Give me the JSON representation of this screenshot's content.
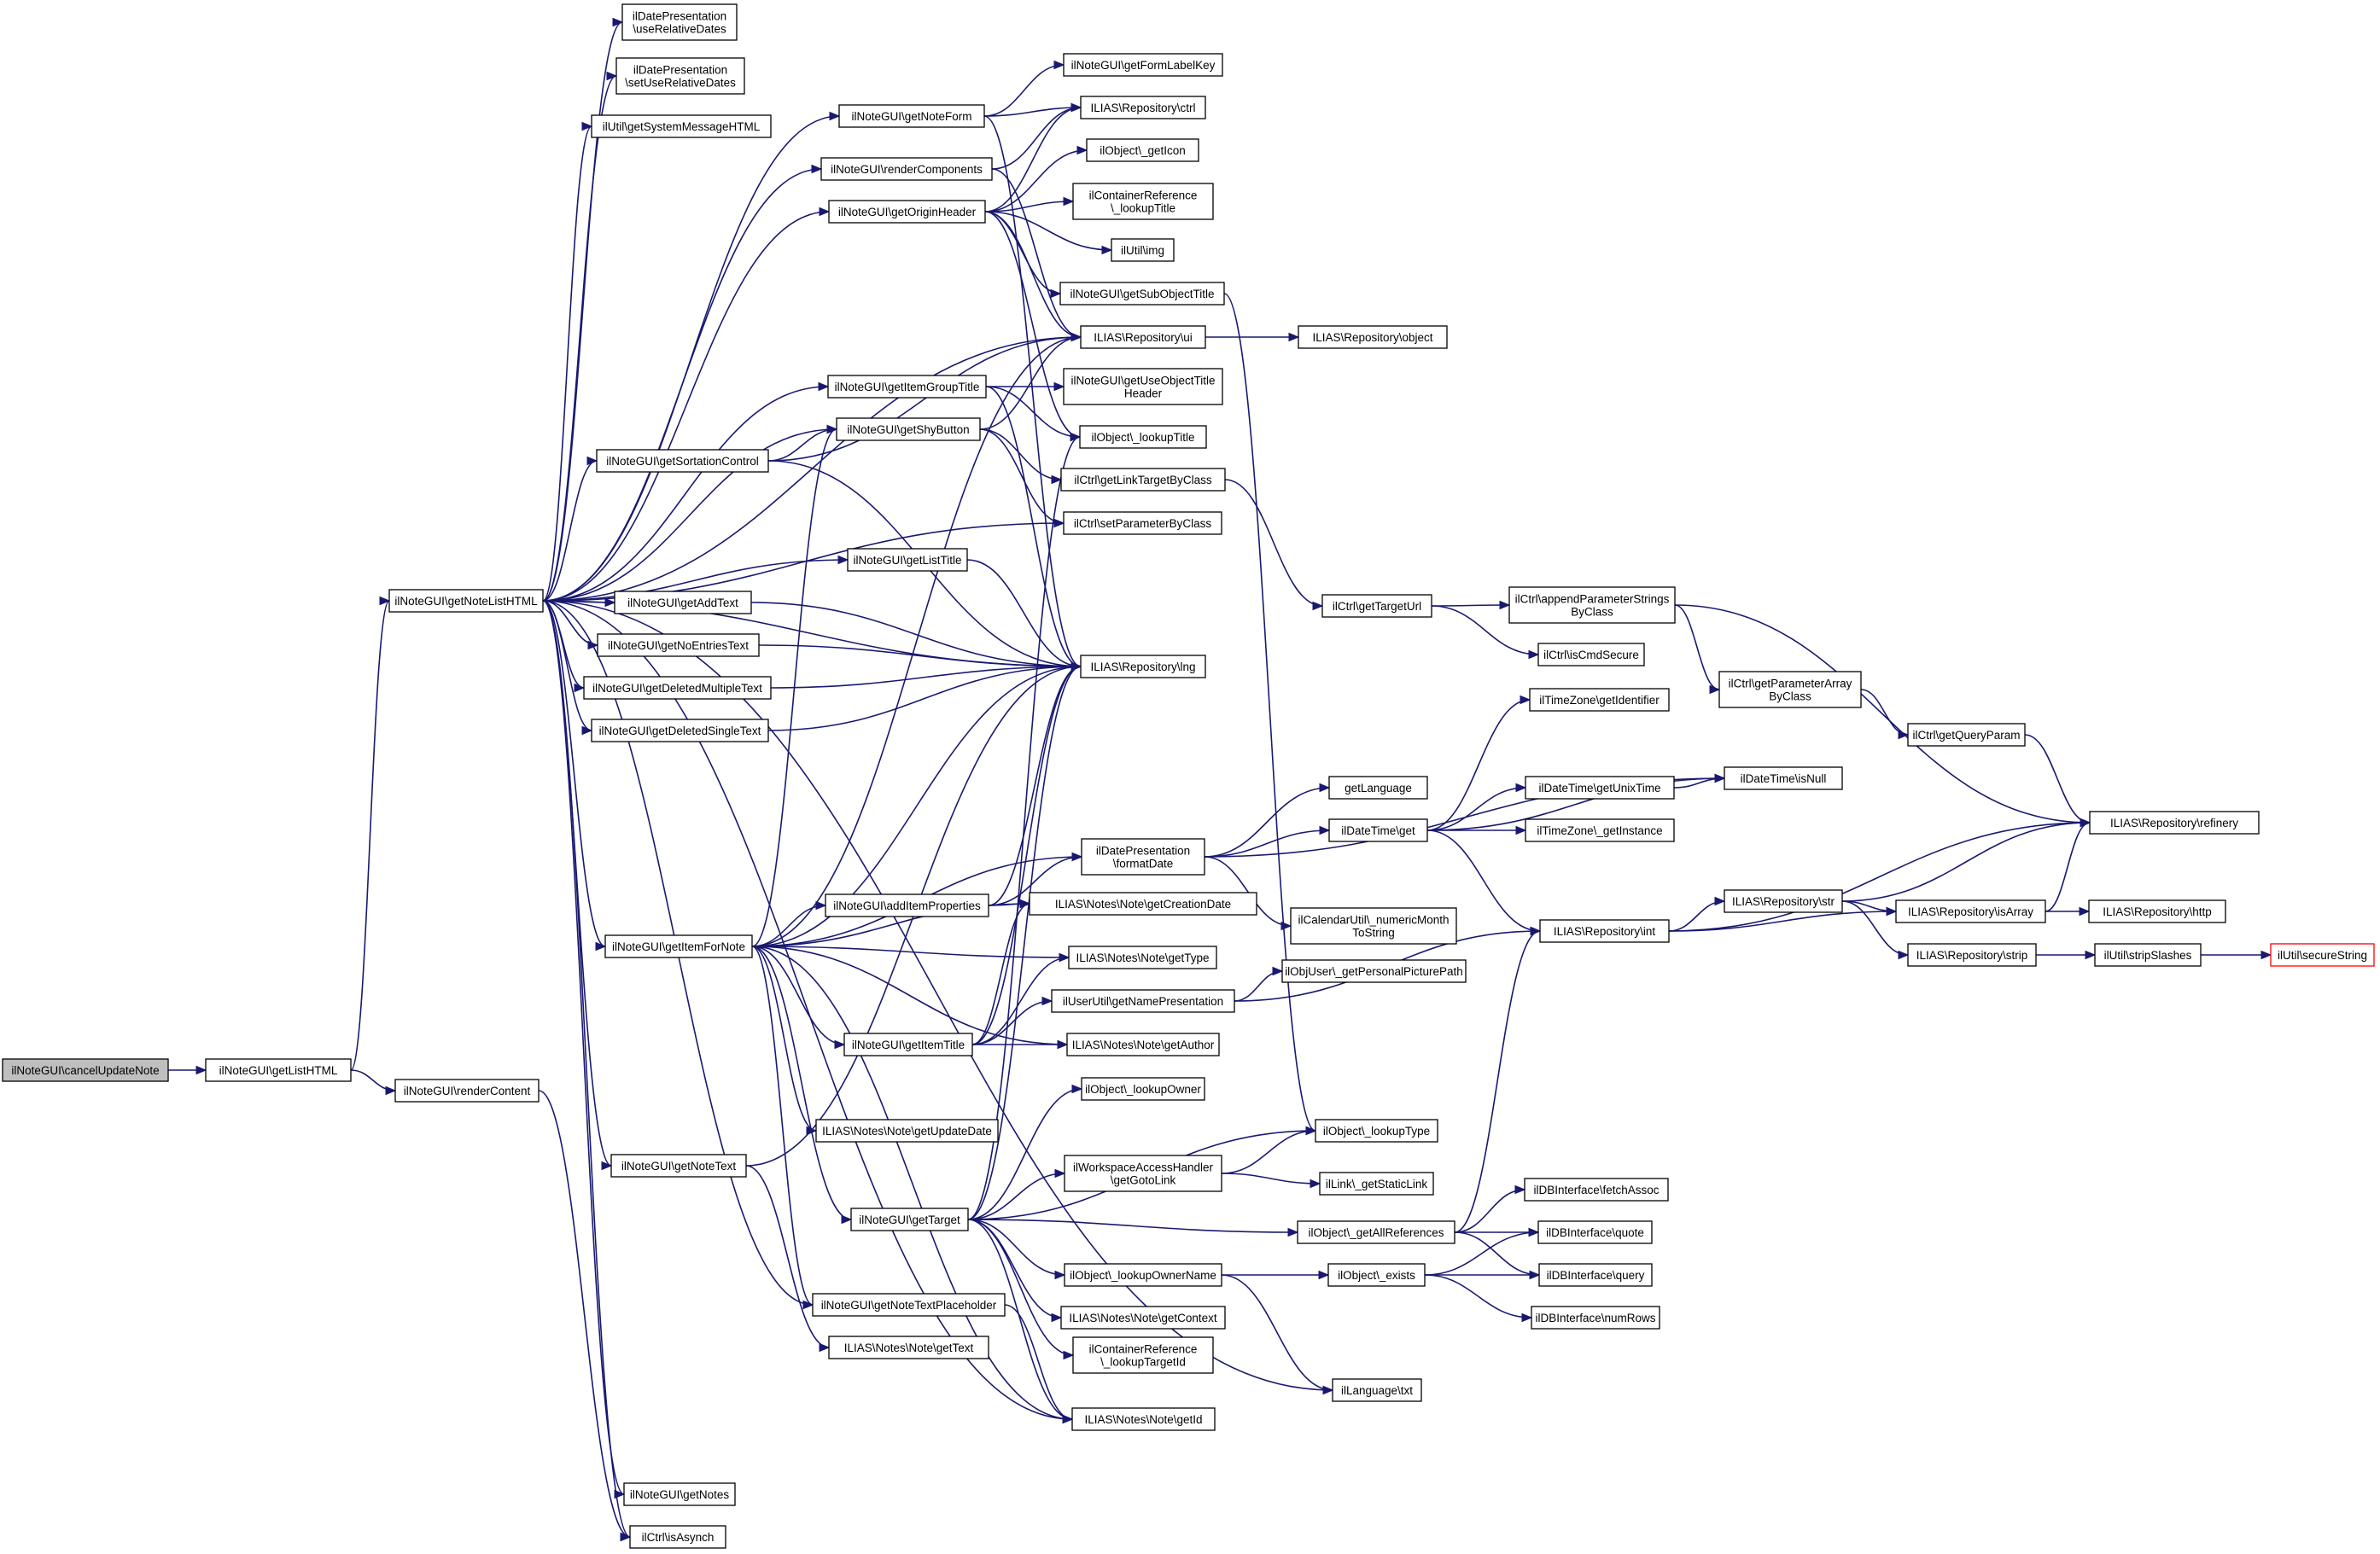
{
  "diagram": {
    "type": "call-graph",
    "colors": {
      "edge": "#191970",
      "node_fill": "#ffffff",
      "root_fill": "#bfbfbf",
      "node_border": "#000000",
      "missing_border": "#ff0000"
    },
    "nodes": [
      {
        "id": "n0",
        "label": [
          "ilNoteGUI\\cancelUpdateNote"
        ],
        "root": true
      },
      {
        "id": "n1",
        "label": [
          "ilNoteGUI\\getListHTML"
        ]
      },
      {
        "id": "n2",
        "label": [
          "ilNoteGUI\\getNoteListHTML"
        ]
      },
      {
        "id": "n3",
        "label": [
          "ilNoteGUI\\renderContent"
        ]
      },
      {
        "id": "n4",
        "label": [
          "ilDatePresentation",
          "\\useRelativeDates"
        ]
      },
      {
        "id": "n5",
        "label": [
          "ilDatePresentation",
          "\\setUseRelativeDates"
        ]
      },
      {
        "id": "n6",
        "label": [
          "ilUtil\\getSystemMessageHTML"
        ]
      },
      {
        "id": "n7",
        "label": [
          "ilNoteGUI\\getNoteForm"
        ]
      },
      {
        "id": "n8",
        "label": [
          "ilNoteGUI\\renderComponents"
        ]
      },
      {
        "id": "n9",
        "label": [
          "ilNoteGUI\\getOriginHeader"
        ]
      },
      {
        "id": "n10",
        "label": [
          "ilNoteGUI\\getItemGroupTitle"
        ]
      },
      {
        "id": "n11",
        "label": [
          "ilNoteGUI\\getShyButton"
        ]
      },
      {
        "id": "n12",
        "label": [
          "ilNoteGUI\\getSortationControl"
        ]
      },
      {
        "id": "n13",
        "label": [
          "ilNoteGUI\\getListTitle"
        ]
      },
      {
        "id": "n14",
        "label": [
          "ilNoteGUI\\getAddText"
        ]
      },
      {
        "id": "n15",
        "label": [
          "ilNoteGUI\\getNoEntriesText"
        ]
      },
      {
        "id": "n16",
        "label": [
          "ilNoteGUI\\getDeletedMultipleText"
        ]
      },
      {
        "id": "n17",
        "label": [
          "ilNoteGUI\\getDeletedSingleText"
        ]
      },
      {
        "id": "n18",
        "label": [
          "ilNoteGUI\\getItemForNote"
        ]
      },
      {
        "id": "n19",
        "label": [
          "ilNoteGUI\\getNoteText"
        ]
      },
      {
        "id": "n20",
        "label": [
          "ilNoteGUI\\getNotes"
        ]
      },
      {
        "id": "n21",
        "label": [
          "ilCtrl\\isAsynch"
        ]
      },
      {
        "id": "n22",
        "label": [
          "ilNoteGUI\\getFormLabelKey"
        ]
      },
      {
        "id": "n23",
        "label": [
          "ILIAS\\Repository\\ctrl"
        ]
      },
      {
        "id": "n24",
        "label": [
          "ilObject\\_getIcon"
        ]
      },
      {
        "id": "n25",
        "label": [
          "ilContainerReference",
          "\\_lookupTitle"
        ]
      },
      {
        "id": "n26",
        "label": [
          "ilUtil\\img"
        ]
      },
      {
        "id": "n27",
        "label": [
          "ilNoteGUI\\getSubObjectTitle"
        ]
      },
      {
        "id": "n28",
        "label": [
          "ILIAS\\Repository\\ui"
        ]
      },
      {
        "id": "n29",
        "label": [
          "ILIAS\\Repository\\object"
        ]
      },
      {
        "id": "n30",
        "label": [
          "ilNoteGUI\\getUseObjectTitle",
          "Header"
        ]
      },
      {
        "id": "n31",
        "label": [
          "ilObject\\_lookupTitle"
        ]
      },
      {
        "id": "n32",
        "label": [
          "ilCtrl\\getLinkTargetByClass"
        ]
      },
      {
        "id": "n33",
        "label": [
          "ilCtrl\\setParameterByClass"
        ]
      },
      {
        "id": "n34",
        "label": [
          "ILIAS\\Repository\\lng"
        ]
      },
      {
        "id": "n35",
        "label": [
          "ilCtrl\\getTargetUrl"
        ]
      },
      {
        "id": "n36",
        "label": [
          "ilCtrl\\appendParameterStrings",
          "ByClass"
        ]
      },
      {
        "id": "n37",
        "label": [
          "ilCtrl\\isCmdSecure"
        ]
      },
      {
        "id": "n38",
        "label": [
          "ilCtrl\\getParameterArray",
          "ByClass"
        ]
      },
      {
        "id": "n39",
        "label": [
          "ilCtrl\\getQueryParam"
        ]
      },
      {
        "id": "n40",
        "label": [
          "ilTimeZone\\getIdentifier"
        ]
      },
      {
        "id": "n41",
        "label": [
          "ilDateTime\\getUnixTime"
        ]
      },
      {
        "id": "n42",
        "label": [
          "ilDateTime\\isNull"
        ]
      },
      {
        "id": "n43",
        "label": [
          "getLanguage"
        ]
      },
      {
        "id": "n44",
        "label": [
          "ilDateTime\\get"
        ]
      },
      {
        "id": "n45",
        "label": [
          "ilTimeZone\\_getInstance"
        ]
      },
      {
        "id": "n46",
        "label": [
          "ilDatePresentation",
          "\\formatDate"
        ]
      },
      {
        "id": "n47",
        "label": [
          "ILIAS\\Repository\\refinery"
        ]
      },
      {
        "id": "n48",
        "label": [
          "ilNoteGUI\\addItemProperties"
        ]
      },
      {
        "id": "n49",
        "label": [
          "ILIAS\\Notes\\Note\\getCreationDate"
        ]
      },
      {
        "id": "n50",
        "label": [
          "ilCalendarUtil\\_numericMonth",
          "ToString"
        ]
      },
      {
        "id": "n51",
        "label": [
          "ILIAS\\Repository\\str"
        ]
      },
      {
        "id": "n52",
        "label": [
          "ILIAS\\Repository\\isArray"
        ]
      },
      {
        "id": "n53",
        "label": [
          "ILIAS\\Repository\\http"
        ]
      },
      {
        "id": "n54",
        "label": [
          "ILIAS\\Repository\\int"
        ]
      },
      {
        "id": "n55",
        "label": [
          "ILIAS\\Notes\\Note\\getType"
        ]
      },
      {
        "id": "n56",
        "label": [
          "ILIAS\\Repository\\strip"
        ]
      },
      {
        "id": "n57",
        "label": [
          "ilUtil\\stripSlashes"
        ]
      },
      {
        "id": "n58",
        "label": [
          "ilUtil\\secureString"
        ],
        "missing": true
      },
      {
        "id": "n59",
        "label": [
          "ilObjUser\\_getPersonalPicturePath"
        ]
      },
      {
        "id": "n60",
        "label": [
          "ilUserUtil\\getNamePresentation"
        ]
      },
      {
        "id": "n61",
        "label": [
          "ilNoteGUI\\getItemTitle"
        ]
      },
      {
        "id": "n62",
        "label": [
          "ILIAS\\Notes\\Note\\getAuthor"
        ]
      },
      {
        "id": "n63",
        "label": [
          "ilObject\\_lookupOwner"
        ]
      },
      {
        "id": "n64",
        "label": [
          "ILIAS\\Notes\\Note\\getUpdateDate"
        ]
      },
      {
        "id": "n65",
        "label": [
          "ilObject\\_lookupType"
        ]
      },
      {
        "id": "n66",
        "label": [
          "ilWorkspaceAccessHandler",
          "\\getGotoLink"
        ]
      },
      {
        "id": "n67",
        "label": [
          "ilLink\\_getStaticLink"
        ]
      },
      {
        "id": "n68",
        "label": [
          "ilDBInterface\\fetchAssoc"
        ]
      },
      {
        "id": "n69",
        "label": [
          "ilNoteGUI\\getTarget"
        ]
      },
      {
        "id": "n70",
        "label": [
          "ilObject\\_getAllReferences"
        ]
      },
      {
        "id": "n71",
        "label": [
          "ilDBInterface\\quote"
        ]
      },
      {
        "id": "n72",
        "label": [
          "ilObject\\_lookupOwnerName"
        ]
      },
      {
        "id": "n73",
        "label": [
          "ilObject\\_exists"
        ]
      },
      {
        "id": "n74",
        "label": [
          "ilDBInterface\\query"
        ]
      },
      {
        "id": "n75",
        "label": [
          "ILIAS\\Notes\\Note\\getContext"
        ]
      },
      {
        "id": "n76",
        "label": [
          "ilDBInterface\\numRows"
        ]
      },
      {
        "id": "n77",
        "label": [
          "ilNoteGUI\\getNoteTextPlaceholder"
        ]
      },
      {
        "id": "n78",
        "label": [
          "ILIAS\\Notes\\Note\\getText"
        ]
      },
      {
        "id": "n79",
        "label": [
          "ilContainerReference",
          "\\_lookupTargetId"
        ]
      },
      {
        "id": "n80",
        "label": [
          "ilLanguage\\txt"
        ]
      },
      {
        "id": "n81",
        "label": [
          "ILIAS\\Notes\\Note\\getId"
        ]
      }
    ],
    "edges": [
      [
        "n0",
        "n1"
      ],
      [
        "n1",
        "n2"
      ],
      [
        "n1",
        "n3"
      ],
      [
        "n2",
        "n4"
      ],
      [
        "n2",
        "n5"
      ],
      [
        "n2",
        "n6"
      ],
      [
        "n2",
        "n7"
      ],
      [
        "n2",
        "n8"
      ],
      [
        "n2",
        "n9"
      ],
      [
        "n2",
        "n28"
      ],
      [
        "n2",
        "n10"
      ],
      [
        "n2",
        "n11"
      ],
      [
        "n2",
        "n12"
      ],
      [
        "n2",
        "n33"
      ],
      [
        "n2",
        "n13"
      ],
      [
        "n2",
        "n14"
      ],
      [
        "n2",
        "n15"
      ],
      [
        "n2",
        "n16"
      ],
      [
        "n2",
        "n17"
      ],
      [
        "n2",
        "n34"
      ],
      [
        "n2",
        "n18"
      ],
      [
        "n2",
        "n19"
      ],
      [
        "n2",
        "n77"
      ],
      [
        "n2",
        "n81"
      ],
      [
        "n2",
        "n80"
      ],
      [
        "n2",
        "n20"
      ],
      [
        "n2",
        "n21"
      ],
      [
        "n3",
        "n21"
      ],
      [
        "n7",
        "n22"
      ],
      [
        "n7",
        "n23"
      ],
      [
        "n7",
        "n34"
      ],
      [
        "n8",
        "n23"
      ],
      [
        "n8",
        "n28"
      ],
      [
        "n9",
        "n23"
      ],
      [
        "n9",
        "n24"
      ],
      [
        "n9",
        "n25"
      ],
      [
        "n9",
        "n26"
      ],
      [
        "n9",
        "n27"
      ],
      [
        "n9",
        "n28"
      ],
      [
        "n9",
        "n31"
      ],
      [
        "n10",
        "n30"
      ],
      [
        "n10",
        "n31"
      ],
      [
        "n10",
        "n34"
      ],
      [
        "n11",
        "n28"
      ],
      [
        "n11",
        "n32"
      ],
      [
        "n11",
        "n33"
      ],
      [
        "n12",
        "n28"
      ],
      [
        "n12",
        "n11"
      ],
      [
        "n12",
        "n34"
      ],
      [
        "n13",
        "n34"
      ],
      [
        "n14",
        "n34"
      ],
      [
        "n15",
        "n34"
      ],
      [
        "n16",
        "n34"
      ],
      [
        "n17",
        "n34"
      ],
      [
        "n18",
        "n11"
      ],
      [
        "n18",
        "n28"
      ],
      [
        "n18",
        "n34"
      ],
      [
        "n18",
        "n46"
      ],
      [
        "n18",
        "n48"
      ],
      [
        "n18",
        "n49"
      ],
      [
        "n18",
        "n55"
      ],
      [
        "n18",
        "n61"
      ],
      [
        "n18",
        "n62"
      ],
      [
        "n18",
        "n64"
      ],
      [
        "n18",
        "n69"
      ],
      [
        "n18",
        "n77"
      ],
      [
        "n18",
        "n81"
      ],
      [
        "n19",
        "n34"
      ],
      [
        "n19",
        "n78"
      ],
      [
        "n27",
        "n65"
      ],
      [
        "n28",
        "n29"
      ],
      [
        "n32",
        "n35"
      ],
      [
        "n35",
        "n36"
      ],
      [
        "n35",
        "n37"
      ],
      [
        "n36",
        "n38"
      ],
      [
        "n36",
        "n47"
      ],
      [
        "n38",
        "n39"
      ],
      [
        "n39",
        "n47"
      ],
      [
        "n44",
        "n40"
      ],
      [
        "n44",
        "n41"
      ],
      [
        "n44",
        "n42"
      ],
      [
        "n44",
        "n45"
      ],
      [
        "n44",
        "n54"
      ],
      [
        "n41",
        "n42"
      ],
      [
        "n46",
        "n43"
      ],
      [
        "n46",
        "n44"
      ],
      [
        "n46",
        "n50"
      ],
      [
        "n46",
        "n42"
      ],
      [
        "n48",
        "n34"
      ],
      [
        "n48",
        "n46"
      ],
      [
        "n48",
        "n49"
      ],
      [
        "n54",
        "n47"
      ],
      [
        "n54",
        "n51"
      ],
      [
        "n54",
        "n52"
      ],
      [
        "n51",
        "n47"
      ],
      [
        "n51",
        "n52"
      ],
      [
        "n51",
        "n56"
      ],
      [
        "n52",
        "n47"
      ],
      [
        "n52",
        "n53"
      ],
      [
        "n56",
        "n57"
      ],
      [
        "n57",
        "n58"
      ],
      [
        "n60",
        "n59"
      ],
      [
        "n60",
        "n54"
      ],
      [
        "n61",
        "n34"
      ],
      [
        "n61",
        "n55"
      ],
      [
        "n61",
        "n49"
      ],
      [
        "n61",
        "n60"
      ],
      [
        "n61",
        "n62"
      ],
      [
        "n66",
        "n65"
      ],
      [
        "n66",
        "n67"
      ],
      [
        "n69",
        "n31"
      ],
      [
        "n69",
        "n34"
      ],
      [
        "n69",
        "n63"
      ],
      [
        "n69",
        "n65"
      ],
      [
        "n69",
        "n66"
      ],
      [
        "n69",
        "n70"
      ],
      [
        "n69",
        "n72"
      ],
      [
        "n69",
        "n75"
      ],
      [
        "n69",
        "n79"
      ],
      [
        "n69",
        "n81"
      ],
      [
        "n70",
        "n68"
      ],
      [
        "n70",
        "n71"
      ],
      [
        "n70",
        "n74"
      ],
      [
        "n70",
        "n54"
      ],
      [
        "n72",
        "n73"
      ],
      [
        "n72",
        "n80"
      ],
      [
        "n73",
        "n71"
      ],
      [
        "n73",
        "n74"
      ],
      [
        "n73",
        "n76"
      ],
      [
        "n77",
        "n81"
      ]
    ]
  }
}
